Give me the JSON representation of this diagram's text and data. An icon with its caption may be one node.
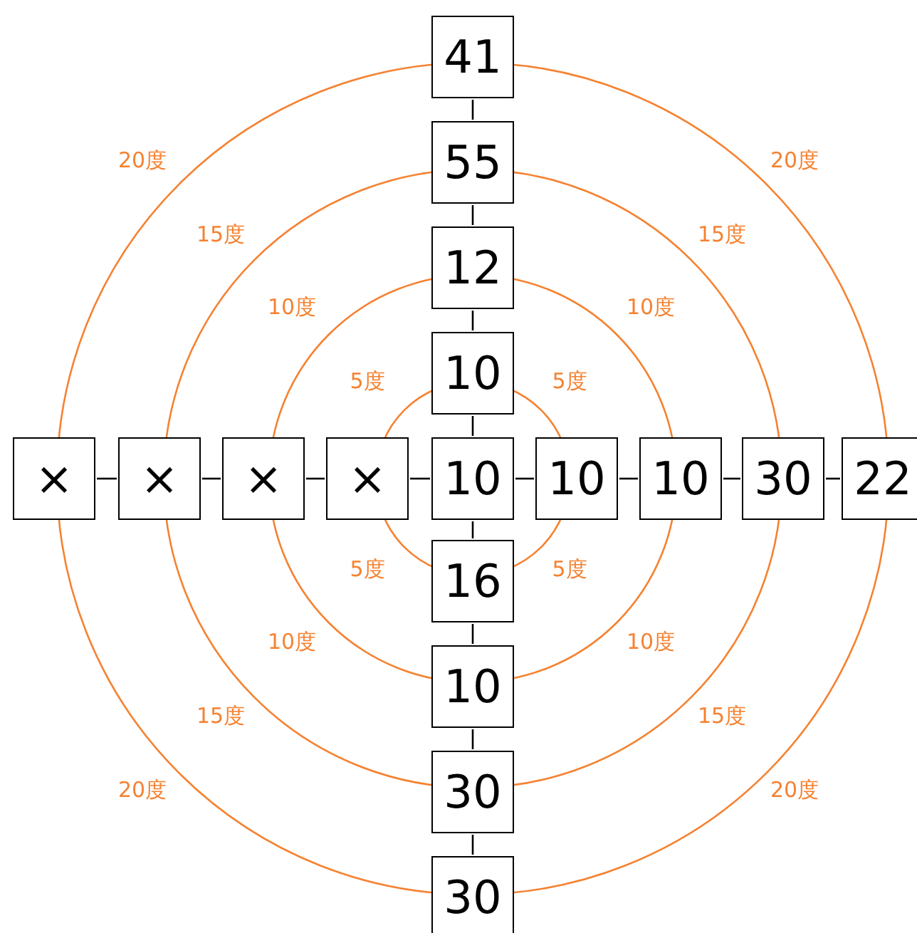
{
  "diagram": {
    "nodes": [
      {
        "text": [
          "41"
        ]
      },
      {
        "text": [
          "55"
        ]
      },
      {
        "text": [
          "12"
        ]
      },
      {
        "text": [
          "10"
        ]
      },
      {
        "text": [
          "×"
        ]
      },
      {
        "text": [
          "×"
        ]
      },
      {
        "text": [
          "×"
        ]
      },
      {
        "text": [
          "×"
        ]
      },
      {
        "text": [
          "10"
        ]
      },
      {
        "text": [
          "10"
        ]
      },
      {
        "text": [
          "10"
        ]
      },
      {
        "text": [
          "30"
        ]
      },
      {
        "text": [
          "22"
        ]
      },
      {
        "text": [
          "16"
        ]
      },
      {
        "text": [
          "10"
        ]
      },
      {
        "text": [
          "30"
        ]
      },
      {
        "text": [
          "30"
        ]
      }
    ],
    "edges": [
      {
        "from": 0,
        "to": 1,
        "arrow": "none"
      },
      {
        "from": 1,
        "to": 2,
        "arrow": "none"
      },
      {
        "from": 2,
        "to": 3,
        "arrow": "none"
      },
      {
        "from": 3,
        "to": 8,
        "arrow": "none"
      },
      {
        "from": 4,
        "to": 5,
        "arrow": "none"
      },
      {
        "from": 5,
        "to": 6,
        "arrow": "none"
      },
      {
        "from": 6,
        "to": 7,
        "arrow": "none"
      },
      {
        "from": 7,
        "to": 8,
        "arrow": "none"
      },
      {
        "from": 8,
        "to": 9,
        "arrow": "none"
      },
      {
        "from": 9,
        "to": 10,
        "arrow": "none"
      },
      {
        "from": 10,
        "to": 11,
        "arrow": "none"
      },
      {
        "from": 11,
        "to": 12,
        "arrow": "none"
      },
      {
        "from": 8,
        "to": 13,
        "arrow": "none"
      },
      {
        "from": 13,
        "to": 14,
        "arrow": "none"
      },
      {
        "from": 14,
        "to": 15,
        "arrow": "none"
      },
      {
        "from": 15,
        "to": 16,
        "arrow": "none"
      }
    ],
    "labels": [
      "20度",
      "20度",
      "15度",
      "15度",
      "10度",
      "10度",
      "5度",
      "5度",
      "5度",
      "5度",
      "10度",
      "10度",
      "15度",
      "15度",
      "20度",
      "20度"
    ]
  }
}
